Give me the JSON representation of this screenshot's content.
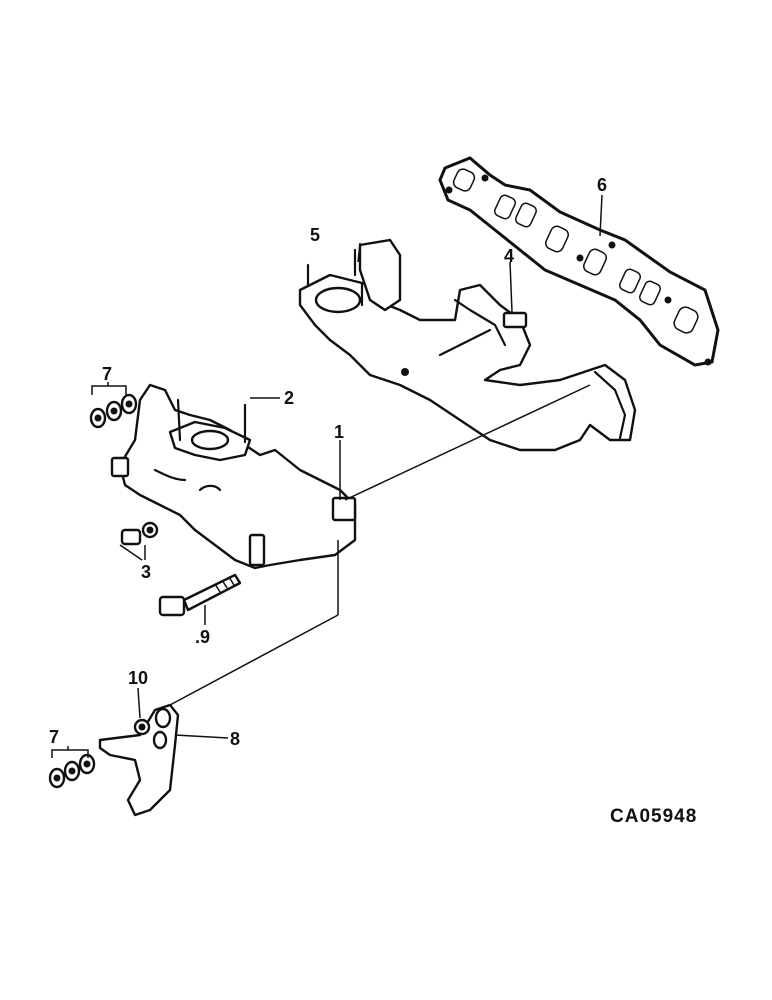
{
  "callouts": {
    "c1": "1",
    "c2": "2",
    "c3": "3",
    "c4": "4",
    "c5": "5",
    "c6": "6",
    "c7a": "7",
    "c7b": "7",
    "c8": "8",
    "c9": ".9",
    "c10": "10"
  },
  "figure_code": "CA05948",
  "colors": {
    "ink": "#111111",
    "paper": "#ffffff"
  }
}
